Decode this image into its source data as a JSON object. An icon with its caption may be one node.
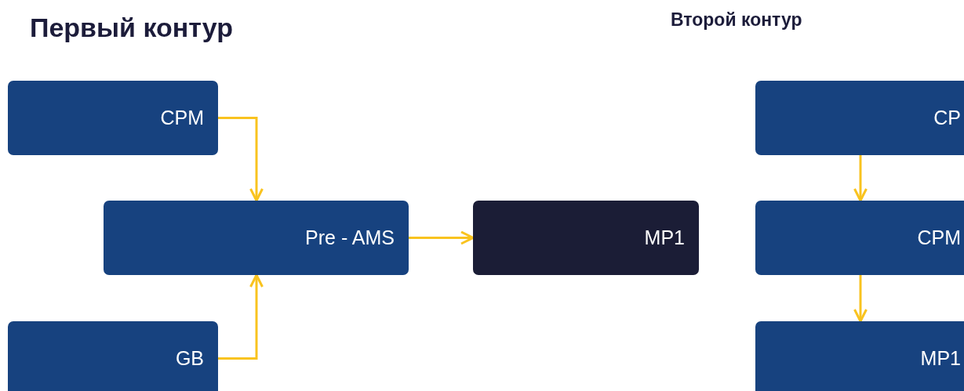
{
  "diagram": {
    "nodes": [
      {
        "text": [
          "CPM"
        ]
      },
      {
        "text": [
          "Pre - AMS"
        ]
      },
      {
        "text": [
          "GB"
        ]
      },
      {
        "text": [
          "MP1"
        ]
      },
      {
        "text": [
          "CP"
        ]
      },
      {
        "text": [
          "CPM"
        ]
      },
      {
        "text": [
          "MP1"
        ]
      }
    ],
    "edges": [
      {
        "from": 0,
        "to": 1,
        "arrow": "to"
      },
      {
        "from": 2,
        "to": 1,
        "arrow": "to"
      },
      {
        "from": 1,
        "to": 3,
        "arrow": "to"
      },
      {
        "from": 4,
        "to": 5,
        "arrow": "to"
      },
      {
        "from": 5,
        "to": 6,
        "arrow": "to"
      }
    ],
    "labels": [
      "Первый контур",
      "Второй контур"
    ]
  }
}
